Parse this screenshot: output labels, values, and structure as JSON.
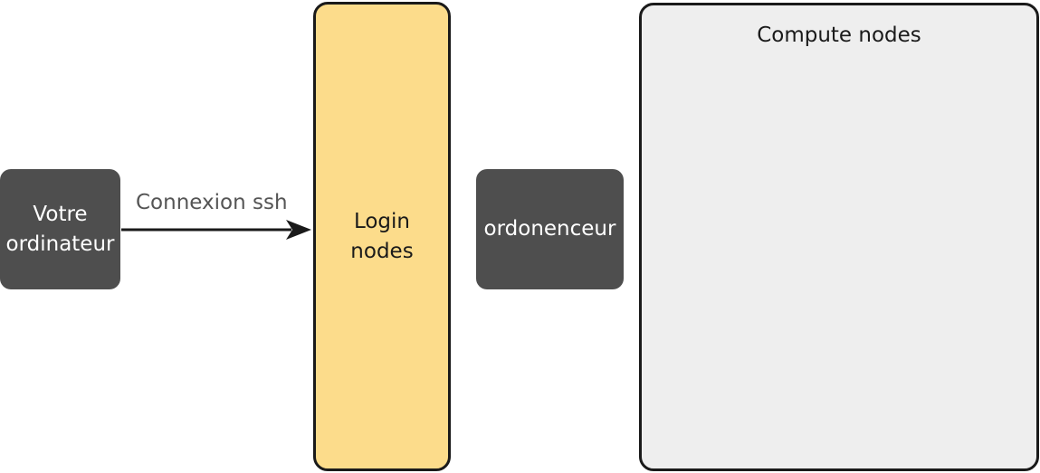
{
  "nodes": {
    "your_computer": "Votre\nordinateur",
    "login_nodes": "Login\nnodes",
    "scheduler": "ordonenceur",
    "compute_nodes": "Compute nodes"
  },
  "edges": {
    "ssh_connection": "Connexion ssh"
  },
  "colors": {
    "dark_node": "#4e4e4e",
    "login_fill": "#fcdc8b",
    "compute_fill": "#eeeeee",
    "outline": "#1a1a1a"
  }
}
